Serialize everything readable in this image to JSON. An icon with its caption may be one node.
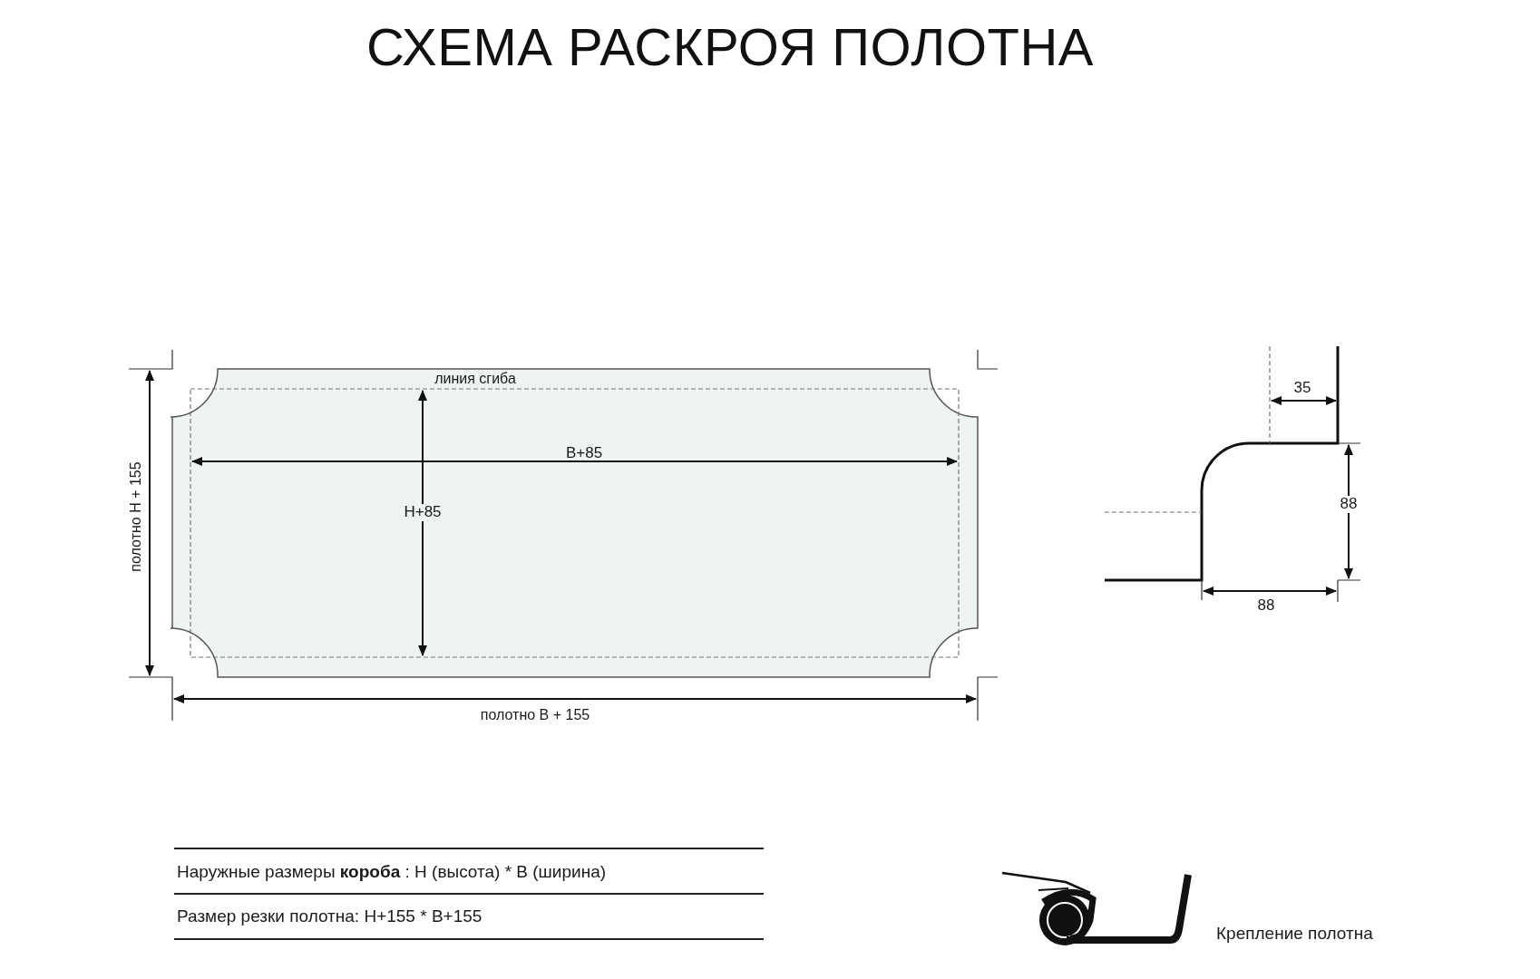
{
  "diagram": {
    "title": "СХЕМА РАСКРОЯ ПОЛОТНА",
    "labels": [
      "линия сгиба",
      "В+85",
      "Н+85",
      "полотно Н + 155",
      "полотно В + 155",
      "35",
      "88",
      "88",
      "Наружные размеры **короба** : Н (высота) * В (ширина)",
      "Размер резки полотна: Н+155 * В+155",
      "Крепление полотна"
    ]
  }
}
